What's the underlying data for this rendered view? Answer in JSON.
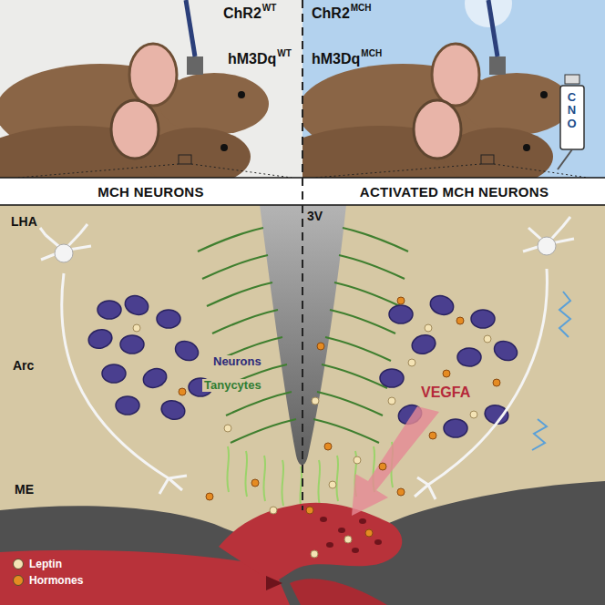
{
  "diagram": {
    "nodes": [
      {
        "text": [
          "MCH NEURONS"
        ]
      },
      {
        "text": [
          "ACTIVATED MCH NEURONS"
        ]
      }
    ],
    "labels": [
      "ChR2",
      "WT",
      "hM3Dq",
      "WT",
      "ChR2",
      "MCH",
      "hM3Dq",
      "MCH",
      "CNO",
      "LHA",
      "3V",
      "Arc",
      "Neurons",
      "Tanycytes",
      "ME",
      "VEGFA"
    ],
    "legend": [
      {
        "text": "Leptin",
        "color": "#f4e3b5"
      },
      {
        "text": "Hormones",
        "color": "#e58b22"
      }
    ]
  }
}
